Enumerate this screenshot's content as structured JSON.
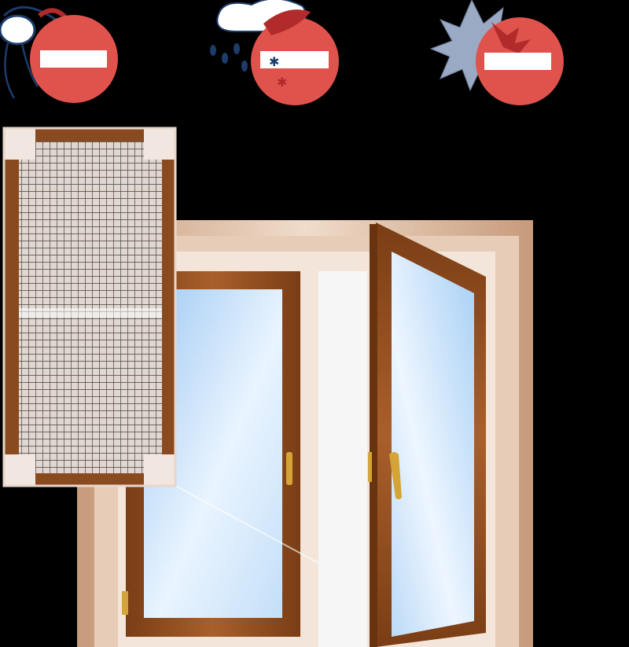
{
  "scene": {
    "background": "#000000",
    "colors": {
      "stop_red": "#e0524c",
      "stop_bar": "#ffffff",
      "wood": "#8a4a1f",
      "wood_light": "#b06a34",
      "frame_beige": "#d9b69a",
      "glass": "#cfe6fb",
      "mesh": "#3a3a3a",
      "handle": "#d4a437"
    },
    "icons": [
      "mosquito-icon",
      "rain-cloud-icon",
      "maple-leaf-icon"
    ],
    "signs": [
      "no-mosquito-sign",
      "no-rain-sign",
      "no-leaf-sign"
    ]
  }
}
